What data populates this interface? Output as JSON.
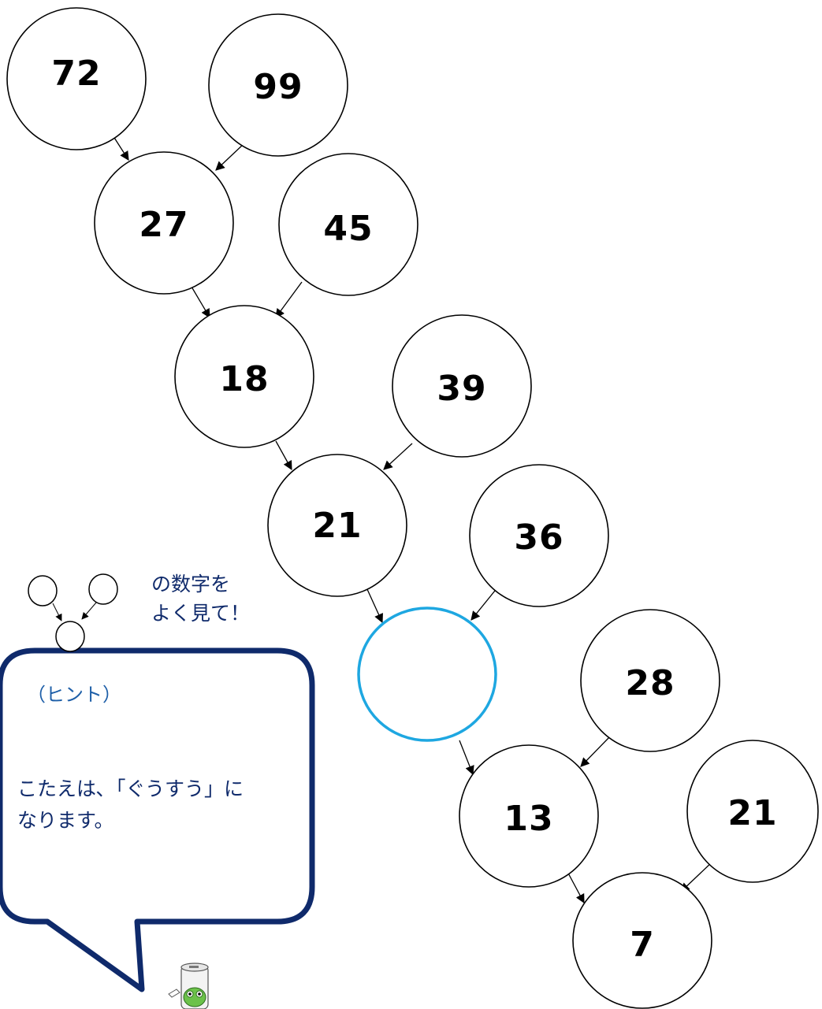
{
  "puzzle": {
    "nodes": [
      {
        "id": "n72",
        "label": "72"
      },
      {
        "id": "n99",
        "label": "99"
      },
      {
        "id": "n27",
        "label": "27"
      },
      {
        "id": "n45",
        "label": "45"
      },
      {
        "id": "n18",
        "label": "18"
      },
      {
        "id": "n39",
        "label": "39"
      },
      {
        "id": "n21a",
        "label": "21"
      },
      {
        "id": "n36",
        "label": "36"
      },
      {
        "id": "nBlank",
        "label": ""
      },
      {
        "id": "n28",
        "label": "28"
      },
      {
        "id": "n13",
        "label": "13"
      },
      {
        "id": "n21b",
        "label": "21"
      },
      {
        "id": "n7",
        "label": "7"
      }
    ],
    "edges": [
      [
        "n72",
        "n27"
      ],
      [
        "n99",
        "n27"
      ],
      [
        "n27",
        "n18"
      ],
      [
        "n45",
        "n18"
      ],
      [
        "n18",
        "n21a"
      ],
      [
        "n39",
        "n21a"
      ],
      [
        "n21a",
        "nBlank"
      ],
      [
        "n36",
        "nBlank"
      ],
      [
        "nBlank",
        "n13"
      ],
      [
        "n28",
        "n13"
      ],
      [
        "n13",
        "n7"
      ],
      [
        "n21b",
        "n7"
      ]
    ],
    "answer_node_color": "#1ea7e1"
  },
  "hint": {
    "title": "（ヒント）",
    "line1": "の数字を",
    "line2": "よく見て！",
    "line3": "こたえは､「ぐうすう」に",
    "line4": "なります。",
    "border_color": "#0f2a6b"
  },
  "mascot": {
    "icon": "frog-can-mascot-icon"
  }
}
